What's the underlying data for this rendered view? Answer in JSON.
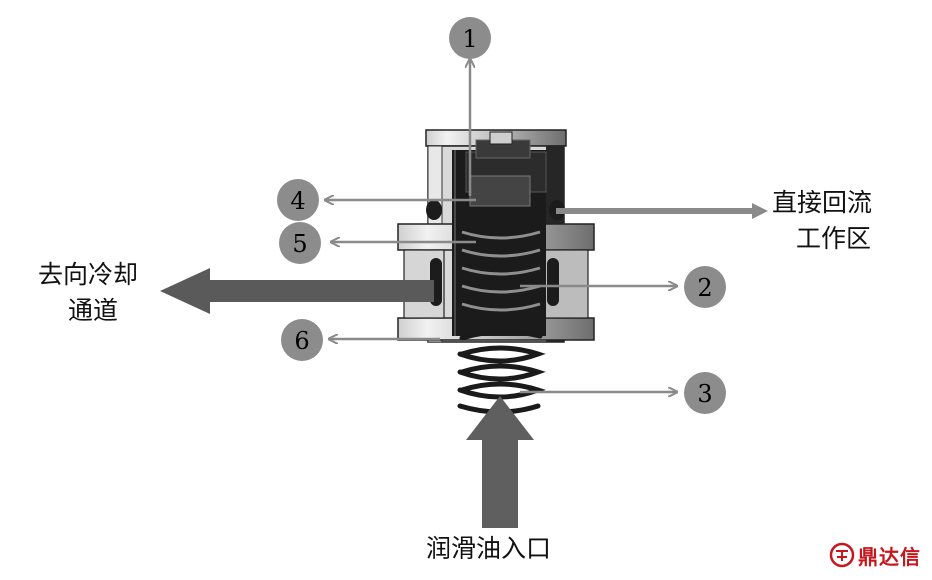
{
  "callouts": [
    {
      "id": "1",
      "label": "1"
    },
    {
      "id": "2",
      "label": "2"
    },
    {
      "id": "3",
      "label": "3"
    },
    {
      "id": "4",
      "label": "4"
    },
    {
      "id": "5",
      "label": "5"
    },
    {
      "id": "6",
      "label": "6"
    }
  ],
  "labels": {
    "to_cooling_line1": "去向冷却",
    "to_cooling_line2": "通道",
    "return_line1": "直接回流",
    "return_line2": "工作区",
    "inlet": "润滑油入口"
  },
  "watermark": {
    "text": "鼎达信",
    "color": "#c8161d"
  },
  "colors": {
    "callout_fill": "#8c8c8c",
    "arrow_gray": "#8a8a8a",
    "big_arrow": "#5a5a5a",
    "body_dark": "#1a1a1a"
  }
}
